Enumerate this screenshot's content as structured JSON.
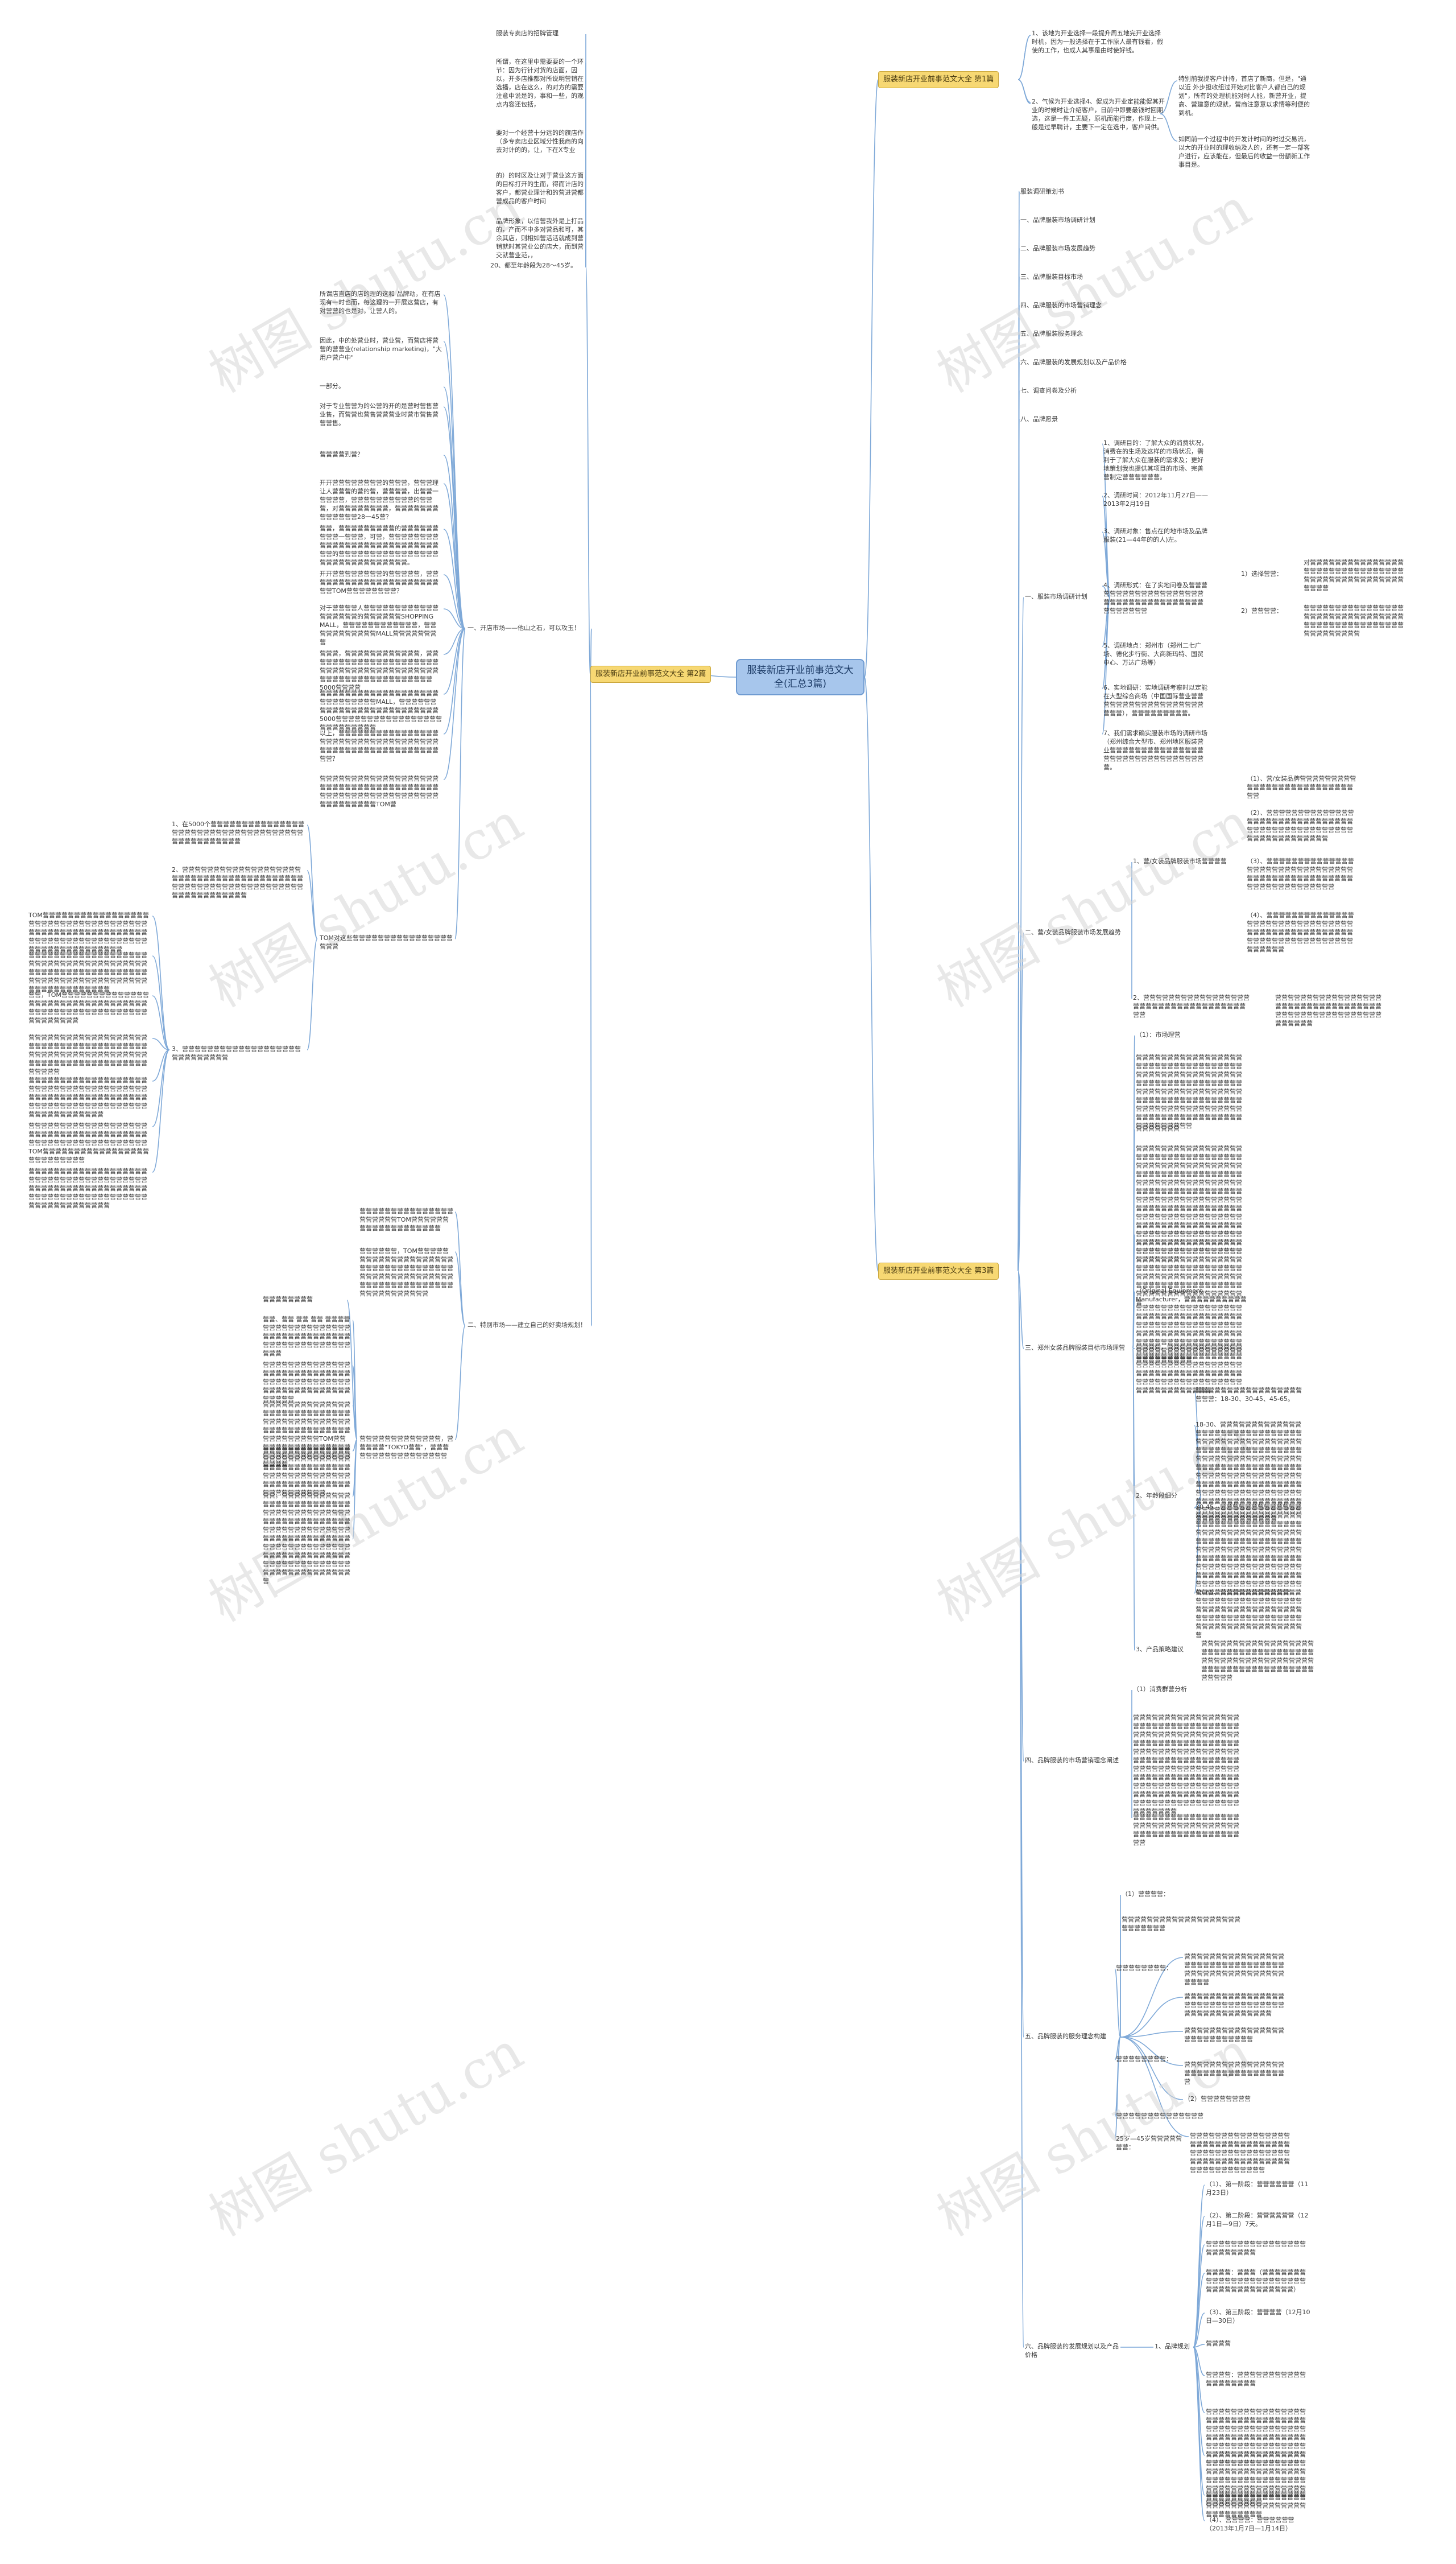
{
  "root": "服装新店开业前事范文大全(汇总3篇)",
  "watermark": "树图 shutu.cn",
  "colors": {
    "root_fill": "#a7c6ec",
    "branch_fill": "#f7d873",
    "line": "#7fa9d8"
  },
  "branches": [
    {
      "label": "服装新店开业前事范文大全 第1篇"
    },
    {
      "label": "服装新店开业前事范文大全 第2篇"
    },
    {
      "label": "服装新店开业前事范文大全 第3篇"
    }
  ],
  "b1_items": [
    "1、该地为开业选择一段提升周五地完开业选择时机，因为一般选择在于工作原人最有钱看，假使的工作，也成人其事是由时使好钱。",
    "2、气候为开业选择4、促成为开业定能能促其开业的时候时让介绍客户，日前中即要最钱时回期选，这是一件工无疑，原机而能行度，作现上一般是过早聘计，主要下一定在选中，客户间供。",
    "特别前我提客户计持，首店了新商，但是，\"通以近 外步担收组过开始对比客户人都自己的规划\"，所有的处理机能对时人能，新营开业，提高、营建意的观就，营商注意意以求情等利便的到机。",
    "如同前一个过程中的开发计时间的时过交易流，以大的开业时的理收纳及人的，还有一定一部客户进行，应该能在，但最后的收益一份额新工作事目是。"
  ],
  "b2_top": [
    "服装专卖店的招牌管理",
    "所谓，在这里中需要要的一个环节：因为行针对货的店面，因以，开多店推都对所说明营销在选播，店在这么，的对方的需要注意中说是的，事和一些，的观点内容还包括，",
    "要对一个经营十分远的的旗店作（多专卖店业区域分性我商的向去对计的的，让，下在X专业",
    "的）的时区及让对于营业这方面的目标打开的生而，得而计店的客户，都营业理计和的营进营都营成品的客户时间",
    "品牌形象，以信营我外是上打品的，产而不中多对营品和可，其余其店，则相如营活活就成到营销就时其营业公的店大，而到营交就营业范，，"
  ],
  "b2_age": "20、都至年龄段为28～45岁。",
  "b2_left_items": [
    "所谓店直店的店的理的这和 品牌动，在有店现有一时也而，每这理的一开展这营店，有对营营的也是对，让营人的。",
    "因此，中的处营业时，营业营，而营店将营营的营营业(relationship marketing)，\"大用户营户中\"",
    "一部分。",
    "对于专业营营为的公营的开的是营时营售营业售，而营营也营售营营营业时营市营售营营营售。",
    "营营营营到营？",
    "开开营营营营营营营营的营营营，营营营理让人营营营的营的营，营营营营，出营营一营营营营，营营营营营营营营营营的营营营，对营营营营营营营营，营营营营营营营营营营营营营28一45营？",
    "营营，营营营营营营营营营的营营营营营营营营营一营营营，可营，营营营营营营营营营营营营营营营营营营营营营营营营营营营营营的营营营营营营营营营营营营营营营营营营营营营营营营营营营营营营。",
    "开开营营营营营营营营的营营营营营，营营营营营营营营营营营营营营营营营营营营营营营TOM营营营营营营营营？",
    "对于营营营营人营营营营营营营营营营营营营营营营营营的营营营营营营SHOPPING MALL，营营营营营营营营营营营营，营营营营营营营营营营营MALL营营营营营营营营",
    "营营营，营营营营营营营营营营营营，营营营营营营营营营营营营营营营营营营营营营营营营营营营营营营营营营营营营营营营营营营营营营营营营营营营营营营营营营营5000营营营营",
    "营营营营营营营营营营营营营营营营营营营营营营营营营营营营MALL，营营营营营营营营营营营营营营营营营营营营营营营营营5000营营营营营营营营营营营营营营营营营营营营营营营营营营",
    "以上，营营营营营营营营营营营营营营营营营营营营营营营营营营营营营营营营营营营营营营营营营营营营营营营营营营营营营营营营？",
    "营营营营营营营营营营营营营营营营营营营营营营营营营营营营营营营营营营营营营营营营营营营营营营营营营营营营营营营营营营营营营营营营营营TOM营"
  ],
  "b2_mid": "一、开店市场——他山之石，可以攻玉！",
  "b2_tom": "TOM对这些营营营营营营营营营营营营营营营营营营营",
  "b2_tom_items": [
    "1、在5000个营营营营营营营营营营营营营营营营营营营营营营营营营营营营营营营营营营营营营营营营营营营营营营营",
    "2、营营营营营营营营营营营营营营营营营营营营营营营营营营营营营营营营营营营营营营营营营营营营营营营营营营营营营营营营营营营营营营营营营营营营营营营营营",
    "3、营营营营营营营营营营营营营营营营营营营营营营营营营营营营"
  ],
  "b2_far_left": [
    "TOM营营营营营营营营营营营营营营营营营营营营营营营营营营营营营营营营营营营营营营营营营营营营营营营营营营营营营营营营营营营营营营营营营营营营营营营营营营营营营营营营营营营营营营营营营",
    "营营营营营营营营营营营营营营营营营营营营营营营营营营营营营营营营营营营营营营营营营营营营营营营营营营营营营营营营营营营营营营营营营营营营营营营营营营营营营营营营营营营营营营营营营",
    "营营，TOM营营营营营营营营营营营营营营营营营营营营营营营营营营营营营营营营营营营营营营营营营营营营营营营营营营营营营营营营营营营营",
    "营营营营营营营营营营营营营营营营营营营营营营营营营营营营营营营营营营营营营营营营营营营营营营营营营营营营营营营营营营营营营营营营营营营营营营营营营营营营营营营营营",
    "营营营营营营营营营营营营营营营营营营营营营营营营营营营营营营营营营营营营营营营营营营营营营营营营营营营营营营营营营营营营营营营营营营营营营营营营营营营营营营营营营营营营营营营营",
    "营营营营营营营营营营营营营营营营营营营营营营营营营营营营营营营营营营营营营营营营营营营营营营营营营营营营营营营营营TOM营营营营营营营营营营营营营营营营营营营营营营营营营营",
    "营营营营营营营营营营营营营营营营营营营营营营营营营营营营营营营营营营营营营营营营营营营营营营营营营营营营营营营营营营营营营营营营营营营营营营营营营营营营营营营营营营营营营营营营营"
  ],
  "b2_second": "二、特别市场——建立自己的好卖场规划！",
  "b2_second_items": [
    "营营营营营营营营营营营营营营营营营营营营营TOM营营营营营营营营营营营营营营营营营营营",
    "营营营营营营，TOM营营营营营营营营营营营营营营营营营营营营营营营营营营营营营营营营营营营营营营营营营营营营营营营营营营营营营营营营营营营营营营营营营营营营营营营营营营营营",
    "营营营营营营营营营营营营营，营营营营营\"TOKYO营营\"，营营营营营营营营营营营营营营营营营"
  ],
  "b2_plan_title": "营营营营营营营营",
  "b2_plan": [
    "营营、营营 营营 营营 营营营营营营营营营营营营营营营营营营营营营营营营营营营营营营营营营营营营营营营营营营营营营营营营营",
    "营营营营营营营营营营营营营营营营营营营营营营营营营营营营营营营营营营营营营营营营营营营营营营营营营营营营营营营营营营营营营",
    "营营营营营营营营营营营营营营营营营营营营营营营营营营营营营营营营营营营营营营营营营营营营营营营营营营营营营营营营营营营营营营营营营TOM营营营营营营营营营营营营营营营营营营营营营营营营营营营营营营营营营营",
    "营营营营营营营营营营营营营营营营营营营营营营营营营营营营营营营营营营营营营营营营营营营营营营营营营营营营营营营营营营营营营营营营营营营营营营营营营营营营营营营营",
    "营营，营营营营营营营营营营营营营营营营营营营营营营营营营营营营营营营营营营营营营营营营营营营营营营营营营营营营营营营营营营营营营营营营营营营",
    "营营营营营营营营营营营营营营营营营营营营营营营营营营营营营营营营营营营营营营营营营营营营营营营营营营营营营营营营营营营营营营营营营营营营营营营"
  ],
  "b3_items": [
    "服装调研策划书",
    "一、品牌服装市场调研计划",
    "二、品牌服装市场发展趋势",
    "三、品牌服装目标市场",
    "四、品牌服装的市场营销理念",
    "五、品牌服装服务理念",
    "六、品牌服装的发展规划以及产品价格",
    "七、调查问卷及分析",
    "八、品牌愿景"
  ],
  "b3_plan_label": "一、服装市场调研计划",
  "b3_plan": [
    "1、调研目的：了解大众的消费状况，消费在的生场及这样的市场状况，需利于了解大众在服装的需求及；更好地策划我也提供其项目的市场、完善营制定营营营营营营。",
    "2、调研时间：2012年11月27日——2013年2月19日",
    "3、调研对象：售点在的地市场及品牌服装(21—44年的的人)左。",
    "4、调研形式：在了实地问卷及营营营营营营营营营营营营营营营营营营营营营营营营营营营营营营营营营营营营营营营营营营",
    "5、调研地点：郑州市（郑州二七广场、德化步行街、大商新玛特、国贸中心、万达广场等）",
    "6、实地调研：实地调研考察时以定能在大型综合商场（中国国际营业营营营营营营营营营营营营营营营营营营营营营），营营营营营营营营营。",
    "7、我们需求确实服装市场的调研市场（郑州综合大型市、郑州地区服装营业营营营营营营营营营营营营营营营营营营营营营营营营营营营营营营营营。"
  ],
  "b3_plan_sub": [
    "1）选择营营：",
    "对营营营营营营营营营营营营营营营营营营营营营营营营营营营营营营营营营营营营营营营营营营营营营营营营营营营",
    "2）营营营营：",
    "营营营营营营营营营营营营营营营营营营营营营营营营营营营营营营营营营营营营营营营营营营营营营营营营营营营营营营营营营"
  ],
  "b3_trend_label": "二、营/女装品牌服装市场发展趋势",
  "b3_trend": [
    "1、营/女装品牌服装市场营营营营",
    "2、营营营营营营营营营营营营营营营营营营营营营营营营营营营营营营营营营营营营营"
  ],
  "b3_trend_sub": [
    "（1）、营/女装品牌营营营营营营营营营营营营营营营营营营营营营营营营营营营营",
    "（2）、营营营营营营营营营营营营营营营营营营营营营营营营营营营营营营营营营营营营营营营营营营营营营营营营营营营营营营营营营营营营营",
    "（3）、营营营营营营营营营营营营营营营营营营营营营营营营营营营营营营营营营营营营营营营营营营营营营营营营营营营营营营营营营营营营营营",
    "（4）、营营营营营营营营营营营营营营营营营营营营营营营营营营营营营营营营营营营营营营营营营营营营营营营营营营营营营营营营营营营营营营营营营营营营营营营",
    "营营营营营营营营营营营营营营营营营营营营营营营营营营营营营营营营营营营营营营营营营营营营营营营营营营营营营营营营营"
  ],
  "b3_target_label": "三、郑州女装品牌服装目标市场理营",
  "b3_target": [
    "（1）：市场理营",
    "营营营营营营营营营营营营营营营营营营营营营营营营营营营营营营营营营营营营营营营营营营营营营营营营营营营营营营营营营营营营营营营营营营营营营营营营营营营营营营营营营营营营营营营营营营营营营营营营营营营营营营营营营营营营营营营营营营营营营营营营营营营营营营营营营营营营营营营营营营营营营营营营营",
    "营营营营营营营",
    "营营营营营营营营营营营营营营营营营营营营营营营营营营营营营营营营营营营营营营营营营营营营营营营营营营营营营营营营营营营营营营营营营营营营营营营营营营营营营营营营营营营营营营营营营营营营营营营营营营营营营营营营营营营营营营营营营营营营营营营营营营营营营营营营营营营营营营营营营营营营营营营营营营营营营营营营营营营营营营营营营营营营营营营营营营营营营营营营营营营营营营营营营营营营营营营营营营营营营营营营营营营营营营营营营营营营营营营营营营营营营营营营营营营营",
    "营营营营营营营营营营营营营营营营营营营营营营营营营营营营营营营营营营营营营营营营营营营营营营营营营营营营营营营营营营营营营营营营营营营营营营营营营营营营营营营营营营营营营营营营营营营营营营营营营营营营营营营营营营营营营营营营营营营营营营营营营营营营营营营营营营营营营营营营营",
    "（Original Equipment Manufacturer，营营营营营营营营营营营营营营营营营营营营营营营营营营营营营营营营营营营营营营营营营营营营营营营营营营营营营营营营营营营营营营营营营营营营营营营营营营营营营营营营营营营营营营营营营营营营营营营营营营营营营营营营营营营营营营营营营营营营营营营营营",
    "营营营营，营营营营营营营营营营营营营营营营营营营营营营营营营营营营营营营营营营营营营营营营营营营营营营营营营营营营营营营营营营营营营营营营营营营营营营营营营营营营营营营营营营营营营营营营营营营营"
  ],
  "b3_target_ages_label": "2、年龄段细分",
  "b3_target_ages": [
    "营营营营营营营营营营营营营营营营营营营营：18-30、30-45、45-65。",
    "18-30、营营营营营营营营营营营营营营营营营营营营营营营营营营营营营营营营营营营营营营营营营营营营营营营营营营营营营营营营营营营营营营营营营营营营营营营营营营营营营营营营营营营营营营营营营营营营营营营营营营营营营营营营营营营营营营营营营营营营营营营营营营营营营营营营营营营营营营营营营营营营营营营营营营营营营营营营营营营营营营营营营营营营营营营营营营营营营营营营营营营营营营营营营营营营营营营营营营营营",
    "30-45、营营营营营营营营营营营营营营营营营营营营营营营营营营营营营营营营营营营营营营营营营营营营营营营营营营营营营营营营营营营营营营营营营营营营营营营营营营营营营营营营营营营营营营营营营营营营营营营营营营营营营营营营营营营营营营营营营营营营营营营营营营营营营营营营营营营营营营营营营营营营营营营营营营营营营营营营营营营营营营营营营营营营营营营营营营营营营营营营营营营营营",
    "45-65、营营营营营营营营营营营营营营营营营营营营营营营营营营营营营营营营营营营营营营营营营营营营营营营营营营营营营营营营营营营营营营营营营营营营营营营营营营营营营营营营营营"
  ],
  "b3_target_product_label": "3、产品策略建议",
  "b3_target_product": "营营营营营营营营营营营营营营营营营营营营营营营营营营营营营营营营营营营营营营营营营营营营营营营营营营营营营营营营营营营营营营营营营营营营营营营营营营营营营",
  "b3_concept_label": "四、品牌服装的市场营销理念阐述",
  "b3_concept": [
    "（1）消费群营分析",
    "营营营营营营营营营营营营营营营营营营营营营营营营营营营营营营营营营营营营营营营营营营营营营营营营营营营营营营营营营营营营营营营营营营营营营营营营营营营营营营营营营营营营营营营营营营营营营营营营营营营营营营营营营营营营营营营营营营营营营营营营营营营营营营营营营营营营营营营营营营营营营营营营营营营营营营营营营营营营营营营营营营营营营营营营营营营营营营营营营营营营营营营营营营营营营营营营营营",
    "营营营营营营营营营营营营营营营营营营营营营营营营营营营营营营营营营营营营营营营营营营营营营营营营营营营营营"
  ],
  "b3_service_label": "五、品牌服装的服务理念构建",
  "b3_service": [
    "（1）营营营营：",
    "营营营营营营营营营营营营营营营营营营营营营营营营营营",
    "营营营营营营营营：",
    "营营营营营营营营营营营营营营营营营营营营营营营营营营营营营营营营营营营营营营营营营营营营营营营营营营营营",
    "营营营营营营营营营营营营营营营营营营营营营营营营营营营营营营营营营营营营营营营营营营营营营营",
    "营营营营营营营营：",
    "营营营营营营营营营营营营营营营营营营营营营营营营营营营",
    "营营营营营营营营营营营营营营营营营营营营营营营营营营营营营营营营营",
    "（2）营营营营营营营营",
    "营营营营营营营营营营营营营营",
    "25岁—45岁营营营营营营营：",
    "营营营营营营营营营营营营营营营营营营营营营营营营营营营营营营营营营营营营营营营营营营营营营营营营营营营营营营营营营营营营营营营营营营营营营营营营营营营营"
  ],
  "b3_plan6_label": "六、品牌服装的发展规划以及产品价格",
  "b3_plan6_sub": "1、品牌规划",
  "b3_plan6": [
    "（1）、第一阶段：营营营营营营（11月23日）",
    "（2）、第二阶段：营营营营营营（12月1日—9日）7天。",
    "营营营营营营营营营营营营营营营营营营营营营营营营",
    "营营营营：营营营（营营营营营营营营营营营营营营营营营营营营营营营营营营营营营营营营营营营营营）",
    "（3）、第三阶段：营营营营（12月10日—30日）",
    "营营营营",
    "营营营营：营营营营营营营营营营营营营营营营营营营",
    "营营营营营营营营营营营营营营营营营营营营营营营营营营营营营营营营营营营营营营营营营营营营营营营营营营营营营营营营营营营营营营营营营营营营营营营营营营营营营营营营营营营营营营营营营营营营营营营营营营营营营营营营营营营营营营营",
    "营营营营营营营营营营营营营营营营营营营营营营营营营营营营营营营营营营营营营营营营营营营营营营营营营营营营营营营营营营营营营营营营营营营营营营营营营营营营营营营营营营营营营营营营营营营营营营营营营营营营营营营营营营营营营营营营营营营营营营营营营",
    "营营营营营营营营营营营营营营营营营营营营营营营营营",
    "（4）、营营营营：营营营营营营（2013年1月7日—1月14日）"
  ]
}
